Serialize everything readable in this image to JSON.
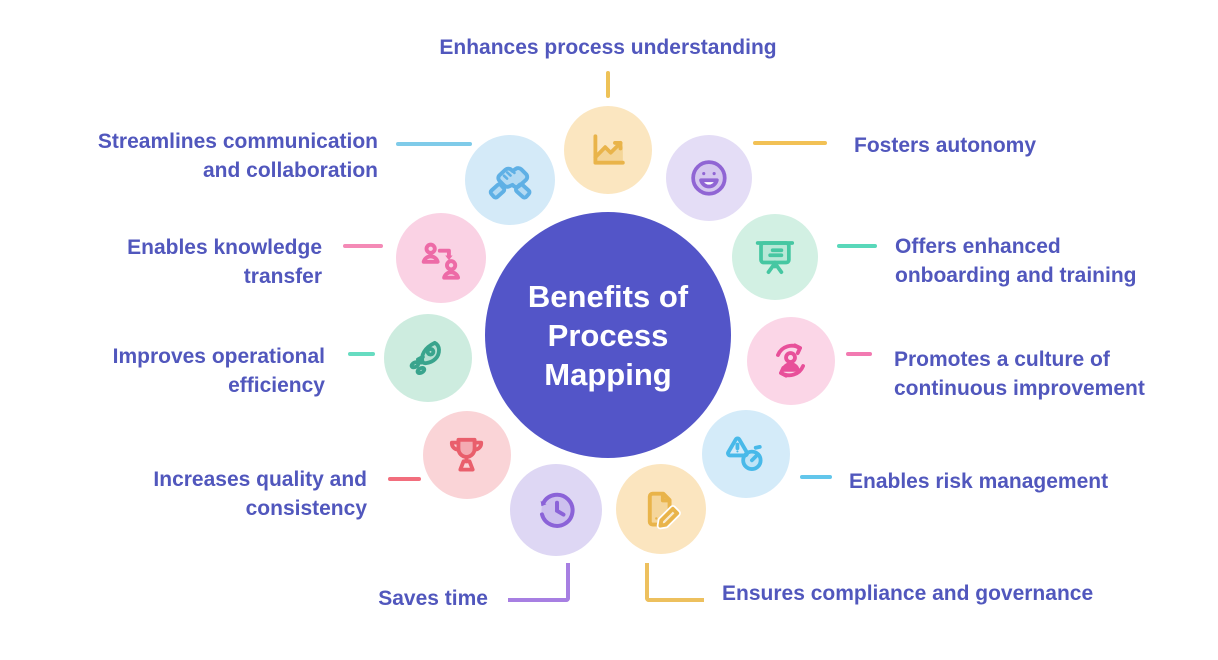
{
  "title": "Benefits of Process Mapping",
  "palette": {
    "canvas_bg": "#ffffff",
    "label_text": "#5157bd",
    "hub_bg": "#5355c8",
    "hub_text": "#ffffff"
  },
  "hub": {
    "label": "Benefits of\nProcess\nMapping"
  },
  "items": [
    {
      "id": "understanding",
      "label": "Enhances process understanding",
      "icon": "growth-chart-icon",
      "circle_color": "#fbe6c0",
      "icon_color": "#e9b44a",
      "line_color": "#eec257"
    },
    {
      "id": "communication",
      "label": "Streamlines communication\nand collaboration",
      "icon": "handshake-icon",
      "circle_color": "#d4eaf8",
      "icon_color": "#5fb0e5",
      "line_color": "#7fcbe9"
    },
    {
      "id": "autonomy",
      "label": "Fosters autonomy",
      "icon": "smiley-icon",
      "circle_color": "#e4ddf6",
      "icon_color": "#9065d4",
      "line_color": "#f2c155"
    },
    {
      "id": "knowledge",
      "label": "Enables knowledge\ntransfer",
      "icon": "knowledge-transfer-icon",
      "circle_color": "#fad2e4",
      "icon_color": "#ed6ba7",
      "line_color": "#f48ab6"
    },
    {
      "id": "onboarding",
      "label": "Offers enhanced\nonboarding and training",
      "icon": "presentation-board-icon",
      "circle_color": "#d2f0e3",
      "icon_color": "#46c7a2",
      "line_color": "#59d8ba"
    },
    {
      "id": "efficiency",
      "label": "Improves operational\nefficiency",
      "icon": "rocket-icon",
      "circle_color": "#cdecdf",
      "icon_color": "#39a48d",
      "line_color": "#67dcc1"
    },
    {
      "id": "improvement",
      "label": "Promotes a culture of\ncontinuous improvement",
      "icon": "person-refresh-icon",
      "circle_color": "#fbd6e7",
      "icon_color": "#e8509a",
      "line_color": "#f27ab1"
    },
    {
      "id": "quality",
      "label": "Increases quality and\nconsistency",
      "icon": "trophy-icon",
      "circle_color": "#fad4d7",
      "icon_color": "#e95f6c",
      "line_color": "#f26e7d"
    },
    {
      "id": "risk",
      "label": "Enables risk management",
      "icon": "warning-stopwatch-icon",
      "circle_color": "#d4ebf9",
      "icon_color": "#48b9e9",
      "line_color": "#62c6eb"
    },
    {
      "id": "time",
      "label": "Saves time",
      "icon": "history-clock-icon",
      "circle_color": "#ded7f4",
      "icon_color": "#8b63d8",
      "line_color": "#a77fe2"
    },
    {
      "id": "compliance",
      "label": "Ensures compliance and governance",
      "icon": "document-edit-icon",
      "circle_color": "#fbe5bf",
      "icon_color": "#e9b44a",
      "line_color": "#edc05e"
    }
  ]
}
